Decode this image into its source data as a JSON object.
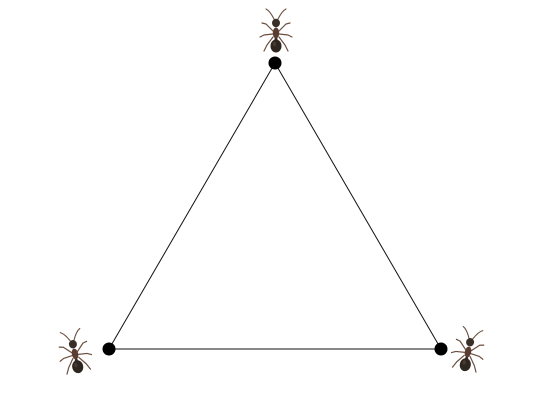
{
  "diagram": {
    "shape": "equilateral-triangle",
    "vertex_count": 3,
    "ant_count": 3,
    "icon": "ant-icon",
    "colors": {
      "background": "#ffffff",
      "edge": "#111111",
      "vertex": "#000000",
      "ant_body": "#3a2f28",
      "ant_leg": "#6b4f3f"
    }
  }
}
